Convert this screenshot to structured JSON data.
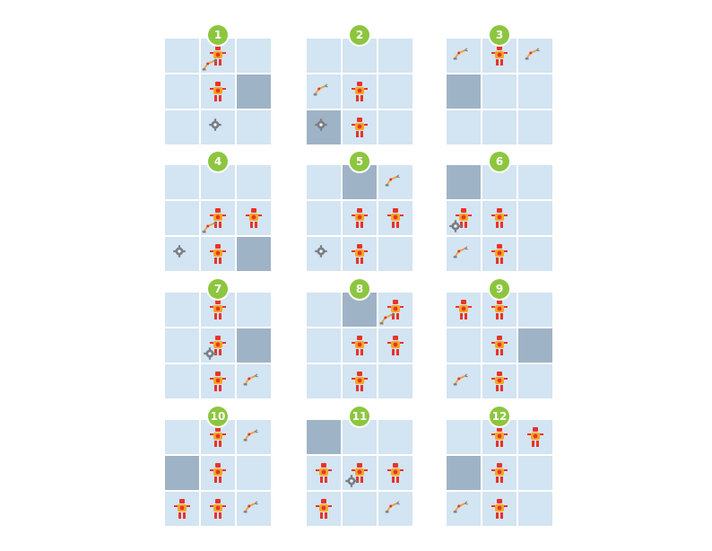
{
  "puzzles": [
    {
      "number": "1",
      "dark": [
        5
      ],
      "blank": [
        0
      ],
      "pieces": [
        {
          "cell": 1,
          "t": "robot"
        },
        {
          "cell": 4,
          "t": "robot"
        },
        {
          "cell": 1,
          "t": "arm"
        },
        {
          "cell": 7,
          "t": "cog"
        }
      ]
    },
    {
      "number": "2",
      "dark": [
        6
      ],
      "blank": [],
      "pieces": [
        {
          "cell": 4,
          "t": "robot"
        },
        {
          "cell": 3,
          "t": "arm"
        },
        {
          "cell": 7,
          "t": "robot"
        },
        {
          "cell": 6,
          "t": "cog"
        }
      ]
    },
    {
      "number": "3",
      "dark": [
        3
      ],
      "blank": [],
      "pieces": [
        {
          "cell": 1,
          "t": "robot"
        },
        {
          "cell": 0,
          "t": "arm"
        },
        {
          "cell": 2,
          "t": "arm"
        }
      ]
    },
    {
      "number": "4",
      "dark": [
        8
      ],
      "blank": [],
      "pieces": [
        {
          "cell": 4,
          "t": "robot"
        },
        {
          "cell": 5,
          "t": "robot"
        },
        {
          "cell": 7,
          "t": "robot"
        },
        {
          "cell": 4,
          "t": "arm"
        },
        {
          "cell": 6,
          "t": "cog"
        }
      ]
    },
    {
      "number": "5",
      "dark": [
        1
      ],
      "blank": [],
      "pieces": [
        {
          "cell": 4,
          "t": "robot"
        },
        {
          "cell": 5,
          "t": "robot"
        },
        {
          "cell": 2,
          "t": "arm"
        },
        {
          "cell": 7,
          "t": "robot"
        },
        {
          "cell": 6,
          "t": "cog"
        }
      ]
    },
    {
      "number": "6",
      "dark": [
        0
      ],
      "blank": [],
      "pieces": [
        {
          "cell": 4,
          "t": "robot"
        },
        {
          "cell": 3,
          "t": "robot"
        },
        {
          "cell": 7,
          "t": "robot"
        },
        {
          "cell": 6,
          "t": "arm"
        },
        {
          "cell": 3,
          "t": "cog"
        }
      ]
    },
    {
      "number": "7",
      "dark": [
        5
      ],
      "blank": [],
      "pieces": [
        {
          "cell": 1,
          "t": "robot"
        },
        {
          "cell": 4,
          "t": "robot"
        },
        {
          "cell": 7,
          "t": "robot"
        },
        {
          "cell": 8,
          "t": "arm"
        },
        {
          "cell": 4,
          "t": "cog"
        }
      ]
    },
    {
      "number": "8",
      "dark": [
        1
      ],
      "blank": [],
      "pieces": [
        {
          "cell": 2,
          "t": "robot"
        },
        {
          "cell": 4,
          "t": "robot"
        },
        {
          "cell": 5,
          "t": "robot"
        },
        {
          "cell": 7,
          "t": "robot"
        },
        {
          "cell": 2,
          "t": "arm"
        }
      ]
    },
    {
      "number": "9",
      "dark": [
        5
      ],
      "blank": [],
      "pieces": [
        {
          "cell": 0,
          "t": "robot"
        },
        {
          "cell": 1,
          "t": "robot"
        },
        {
          "cell": 4,
          "t": "robot"
        },
        {
          "cell": 7,
          "t": "robot"
        },
        {
          "cell": 6,
          "t": "arm"
        }
      ]
    },
    {
      "number": "10",
      "dark": [
        3
      ],
      "blank": [],
      "pieces": [
        {
          "cell": 1,
          "t": "robot"
        },
        {
          "cell": 2,
          "t": "arm"
        },
        {
          "cell": 4,
          "t": "robot"
        },
        {
          "cell": 7,
          "t": "robot"
        },
        {
          "cell": 6,
          "t": "robot"
        },
        {
          "cell": 8,
          "t": "arm"
        }
      ]
    },
    {
      "number": "11",
      "dark": [
        0
      ],
      "blank": [],
      "pieces": [
        {
          "cell": 3,
          "t": "robot"
        },
        {
          "cell": 4,
          "t": "robot"
        },
        {
          "cell": 5,
          "t": "robot"
        },
        {
          "cell": 6,
          "t": "robot"
        },
        {
          "cell": 8,
          "t": "arm"
        },
        {
          "cell": 4,
          "t": "cog"
        }
      ]
    },
    {
      "number": "12",
      "dark": [
        3
      ],
      "blank": [],
      "pieces": [
        {
          "cell": 1,
          "t": "robot"
        },
        {
          "cell": 2,
          "t": "robot"
        },
        {
          "cell": 4,
          "t": "robot"
        },
        {
          "cell": 7,
          "t": "robot"
        },
        {
          "cell": 6,
          "t": "arm"
        }
      ]
    }
  ],
  "colors": {
    "badge": "#8cc63f",
    "tile": "#d3e4f2",
    "tile_dark": "#9fb3c6",
    "robot_body": "#e8332a",
    "robot_accent": "#f6a623",
    "arm": "#e8a33a",
    "cog": "#7a7f85"
  }
}
